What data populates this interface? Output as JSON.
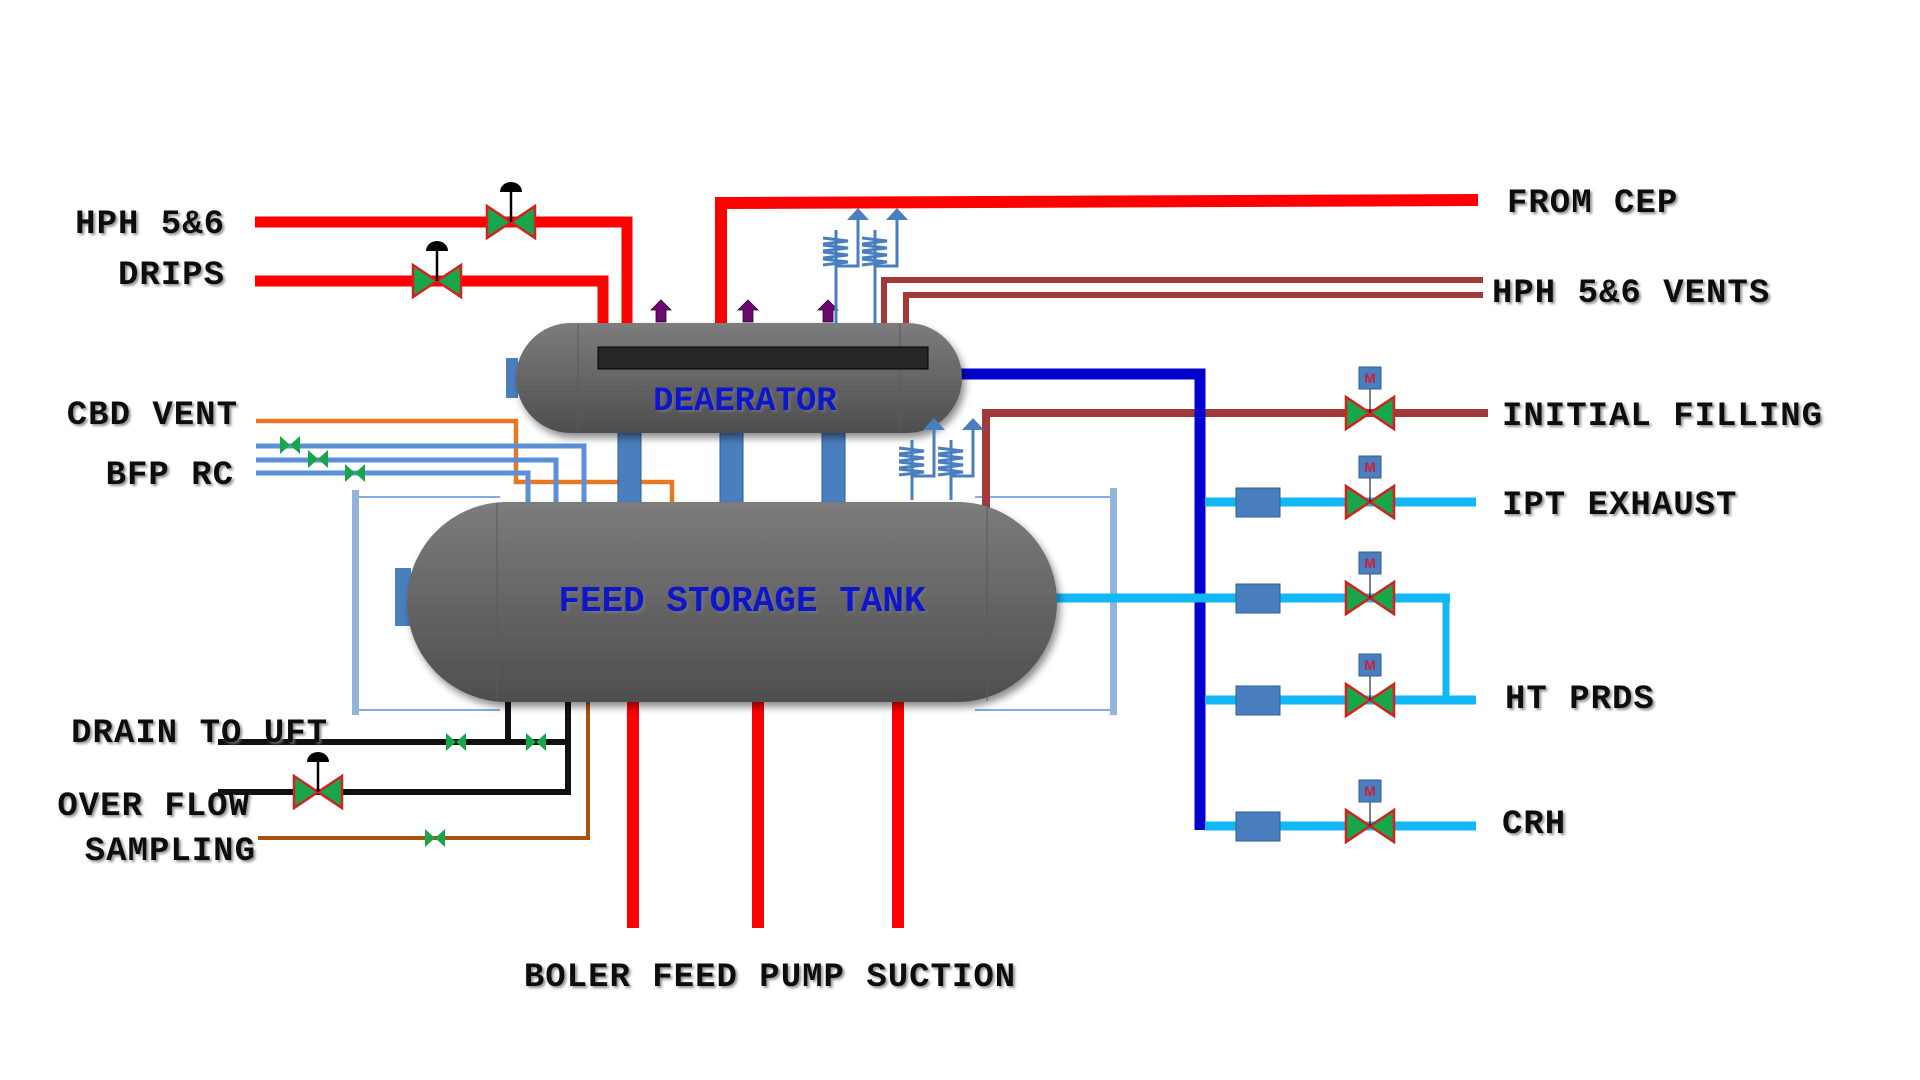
{
  "title": "Deaerator and Feed Storage Tank Piping Schematic",
  "colors": {
    "hot_water": "#ff0000",
    "vent_line": "#a33a3a",
    "steam_header": "#0000cc",
    "steam_branch": "#12b7f5",
    "recirculation": "#5b8fd6",
    "cbd_vent": "#e87722",
    "drain": "#111111",
    "sampling": "#a8520f",
    "valve_fill": "#17a74a",
    "valve_outline": "#d42020",
    "vessel_body": "#6b6b6b",
    "vessel_label": "#0a14c8",
    "level_gauge": "#93b3dc",
    "nozzle": "#4a7fbf",
    "vent_arrow": "#6a0a6e"
  },
  "vessels": {
    "deaerator": {
      "label": "DEAERATOR"
    },
    "feed_storage_tank": {
      "label": "FEED STORAGE TANK"
    }
  },
  "labels": {
    "hph_5_6": "HPH 5&6",
    "drips": "DRIPS",
    "cbd_vent": "CBD VENT",
    "bfp_rc": "BFP RC",
    "drain_to_uft": "DRAIN TO UFT",
    "over_flow": "OVER FLOW",
    "sampling": "SAMPLING",
    "from_cep": "FROM CEP",
    "hph_5_6_vents": "HPH 5&6 VENTS",
    "initial_filling": "INITIAL FILLING",
    "ipt_exhaust": "IPT EXHAUST",
    "ht_prds": "HT PRDS",
    "crh": "CRH",
    "bfp_suction": "BOLER FEED PUMP SUCTION"
  },
  "valves": {
    "motor_label": "M",
    "pneumatic": [
      "HPH 5&6 DRIPS line 1",
      "HPH 5&6 DRIPS line 2",
      "OVER FLOW"
    ],
    "motorized": [
      "INITIAL FILLING",
      "IPT EXHAUST",
      "HT PRDS 1",
      "HT PRDS 2",
      "CRH"
    ],
    "manual": [
      "BFP RC 1",
      "BFP RC 2",
      "BFP RC 3",
      "DRAIN TO UFT 1",
      "DRAIN TO UFT 2",
      "SAMPLING"
    ]
  }
}
